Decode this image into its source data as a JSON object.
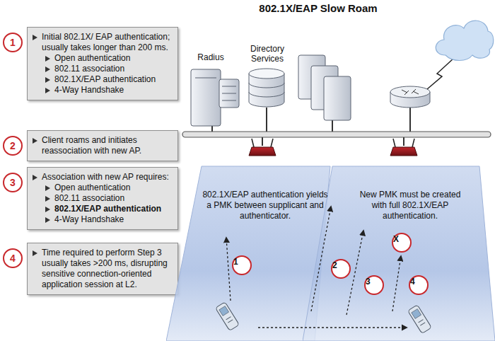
{
  "diagram": {
    "title": "802.1X/EAP Slow Roam",
    "nodes": [
      {
        "text": [
          "1"
        ]
      },
      {
        "text": [
          "Initial 802.1X/ EAP authentication; usually takes longer than 200 ms.",
          "Open authentication",
          "802.11 association",
          "802.1X/EAP authentication",
          "4-Way Handshake"
        ]
      },
      {
        "text": [
          "2"
        ]
      },
      {
        "text": [
          "Client roams and initiates reassociation with new AP."
        ]
      },
      {
        "text": [
          "3"
        ]
      },
      {
        "text": [
          "Association with new AP requires:",
          "Open authentication",
          "802.11 association",
          "802.1X/EAP authentication",
          "4-Way Handshake"
        ]
      },
      {
        "text": [
          "4"
        ]
      },
      {
        "text": [
          "Time required to perform Step 3 usually takes >200 ms, disrupting sensitive connection-oriented application session at L2."
        ]
      },
      {
        "text": [
          "802.1X/EAP authentication yields a PMK between supplicant and authenticator."
        ]
      },
      {
        "text": [
          "New PMK must be created with full 802.1X/EAP authentication."
        ]
      },
      {
        "text": [
          "1"
        ],
        "in": 8
      },
      {
        "text": [
          "X"
        ],
        "in": 9
      },
      {
        "text": [
          "2"
        ],
        "in": 9
      },
      {
        "text": [
          "3"
        ],
        "in": 9
      },
      {
        "text": [
          "4"
        ],
        "in": 9
      }
    ],
    "labels": [
      "Radius",
      "Directory Services"
    ]
  }
}
